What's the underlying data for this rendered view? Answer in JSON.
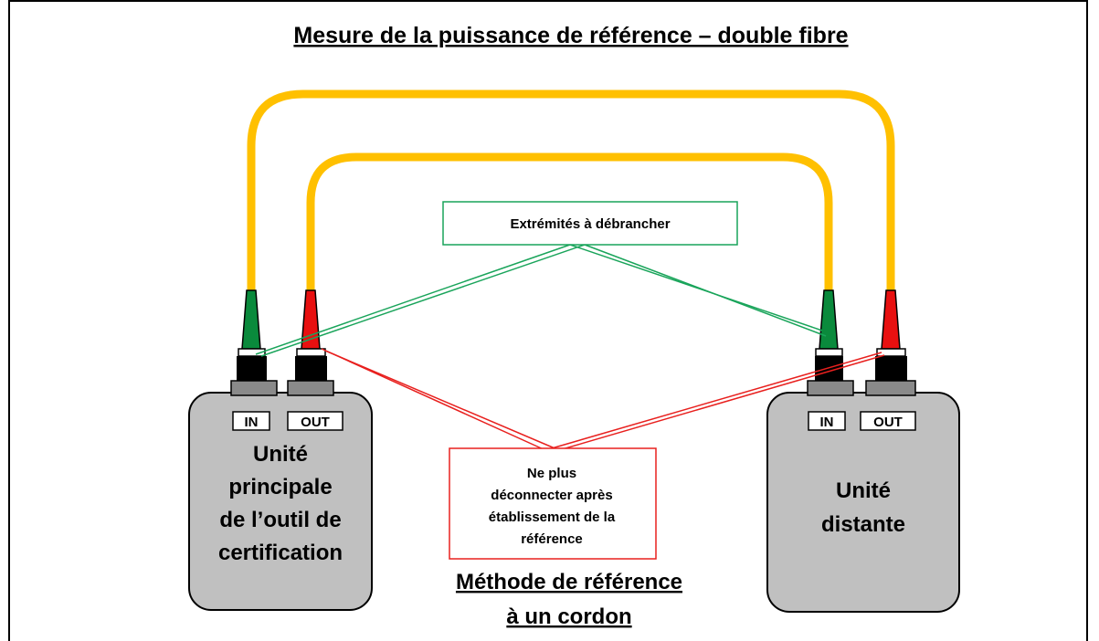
{
  "title": "Mesure de la puissance de référence – double fibre",
  "main_unit": {
    "label_lines": [
      "Unité",
      "principale",
      "de l’outil de",
      "certification"
    ],
    "port_in": "IN",
    "port_out": "OUT"
  },
  "remote_unit": {
    "label_lines": [
      "Unité",
      "distante"
    ],
    "port_in": "IN",
    "port_out": "OUT"
  },
  "callout_disconnect": {
    "text": "Extrémités à débrancher",
    "color": "#19a45a"
  },
  "callout_keep": {
    "lines": [
      "Ne plus",
      "déconnecter après",
      "établissement de la",
      "référence"
    ],
    "color": "#e8201e"
  },
  "method_lines": [
    "Méthode de référence",
    "à un cordon"
  ],
  "colors": {
    "cable": "#ffc000",
    "unit_body": "#c0c0c0",
    "connector_green": "#0a8a3c",
    "connector_red": "#e81010"
  }
}
